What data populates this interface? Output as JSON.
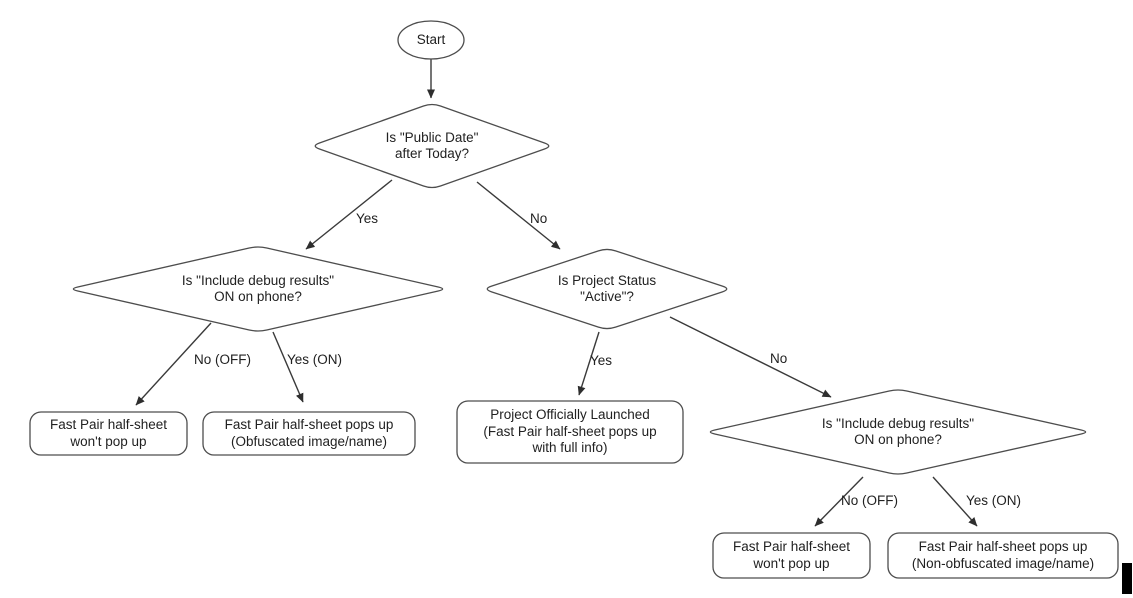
{
  "flowchart": {
    "nodes": {
      "start": "Start",
      "decision_public_date": "Is \"Public Date\"\nafter Today?",
      "decision_debug_left": "Is \"Include debug results\"\nON on phone?",
      "decision_project_status": "Is Project Status\n\"Active\"?",
      "decision_debug_right": "Is \"Include debug results\"\nON on phone?",
      "result_wont_popup_left": "Fast Pair half-sheet\nwon't pop up",
      "result_obfuscated": "Fast Pair half-sheet pops up\n(Obfuscated image/name)",
      "result_launched": "Project Officially Launched\n(Fast Pair half-sheet pops up\nwith full info)",
      "result_wont_popup_right": "Fast Pair half-sheet\nwon't pop up",
      "result_non_obfuscated": "Fast Pair half-sheet pops up\n(Non-obfuscated image/name)"
    },
    "edge_labels": {
      "d1_yes": "Yes",
      "d1_no": "No",
      "d2_no_off": "No (OFF)",
      "d2_yes_on": "Yes (ON)",
      "d3_yes": "Yes",
      "d3_no": "No",
      "d4_no_off": "No (OFF)",
      "d4_yes_on": "Yes (ON)"
    },
    "colors": {
      "background": "#ffffff",
      "shape_stroke": "#4d4d4d",
      "arrow_stroke": "#3a3a3a",
      "text": "#212121",
      "cursor_bar": "#000000"
    }
  }
}
